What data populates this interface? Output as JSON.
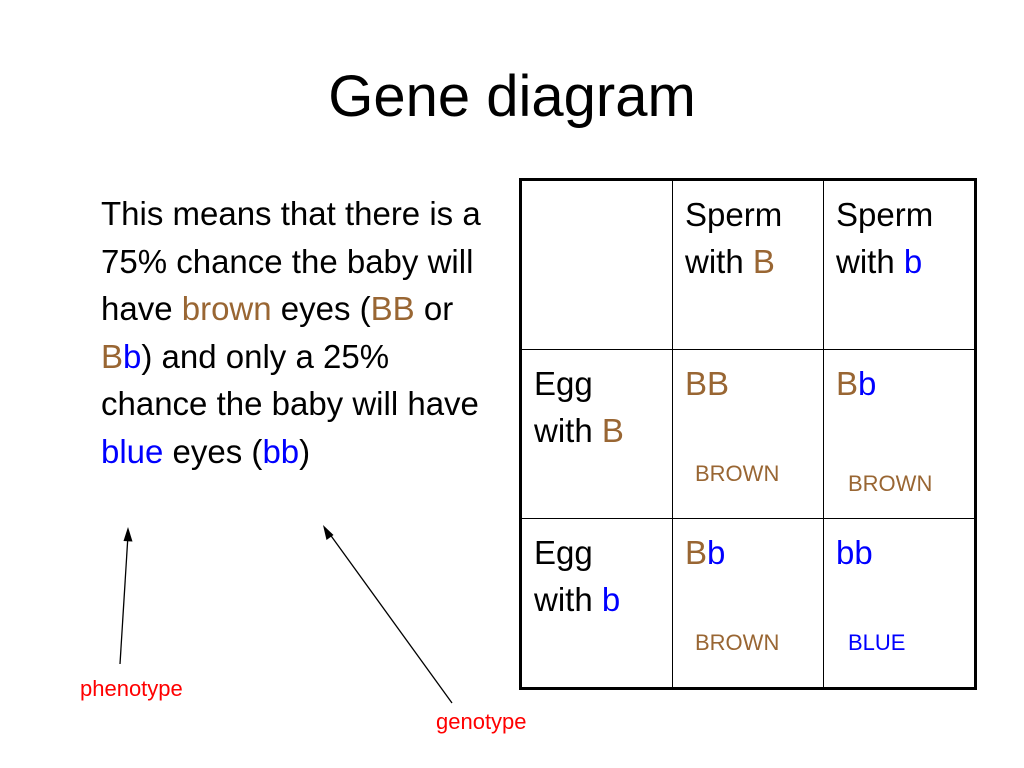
{
  "title": "Gene diagram",
  "paragraph": {
    "t1": "This means that there is a 75% chance the baby will have ",
    "brown_word": "brown",
    "t2": " eyes (",
    "bb_upper": "BB",
    "t3": " or ",
    "bb_mixed_B": "B",
    "bb_mixed_b": "b",
    "t4": ") and only a 25% chance the baby will have ",
    "blue_word": "blue",
    "t5": " eyes (",
    "bb_lower": "bb",
    "t6": ")"
  },
  "labels": {
    "phenotype": "phenotype",
    "genotype": "genotype"
  },
  "table": {
    "header": [
      {
        "line1": "Sperm",
        "line2": "with ",
        "allele": "B"
      },
      {
        "line1": "Sperm",
        "line2": "with ",
        "allele": "b"
      }
    ],
    "rows": [
      {
        "line1": "Egg",
        "line2": "with ",
        "allele": "B",
        "cells": [
          {
            "a1": "B",
            "a2": "B",
            "phenotype": "BROWN"
          },
          {
            "a1": "B",
            "a2": "b",
            "phenotype": "BROWN"
          }
        ]
      },
      {
        "line1": "Egg",
        "line2": "with ",
        "allele": "b",
        "cells": [
          {
            "a1": "B",
            "a2": "b",
            "phenotype": "BROWN"
          },
          {
            "a1": "b",
            "a2": "b",
            "phenotype": "BLUE"
          }
        ]
      }
    ]
  },
  "colors": {
    "brown": "#996633",
    "blue": "#0000ff",
    "label_red": "#ff0000"
  }
}
